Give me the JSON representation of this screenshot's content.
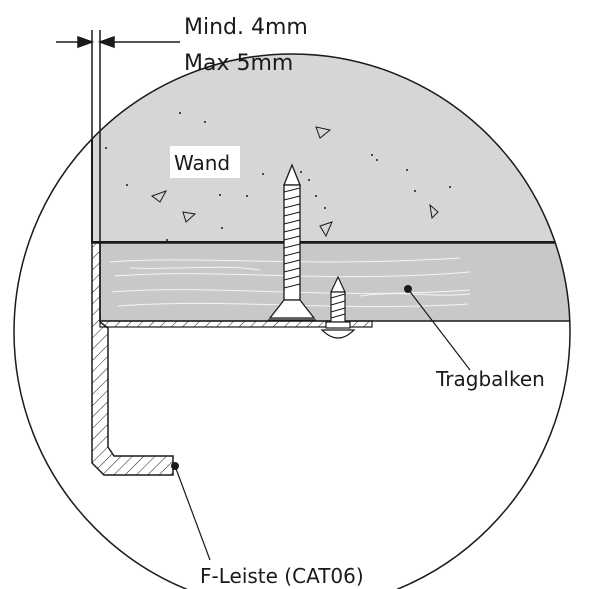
{
  "labels": {
    "gap_min": "Mind. 4mm",
    "gap_max": "Max 5mm",
    "wall": "Wand",
    "beam": "Tragbalken",
    "profile": "F-Leiste (CAT06)"
  },
  "colors": {
    "line": "#1a1a1a",
    "concrete": "#d6d6d6",
    "wood": "#c8c8c8",
    "label_bg": "#ffffff"
  }
}
